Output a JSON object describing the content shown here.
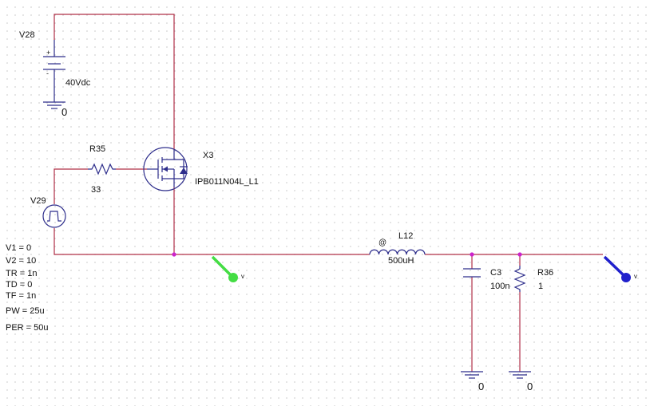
{
  "components": {
    "v28": {
      "ref": "V28",
      "value": "40Vdc",
      "gnd": "0",
      "plus": "+",
      "minus": "-"
    },
    "r35": {
      "ref": "R35",
      "value": "33"
    },
    "x3": {
      "ref": "X3",
      "part": "IPB011N04L_L1"
    },
    "v29": {
      "ref": "V29",
      "params": [
        "V1 = 0",
        "V2 = 10",
        "TR = 1n",
        "TD = 0",
        "TF = 1n",
        "PW = 25u",
        "PER = 50u"
      ]
    },
    "l12": {
      "ref": "L12",
      "value": "500uH",
      "dot": "@"
    },
    "c3": {
      "ref": "C3",
      "value": "100n",
      "gnd": "0"
    },
    "r36": {
      "ref": "R36",
      "value": "1",
      "gnd": "0"
    }
  },
  "probes": {
    "green": {
      "letter": "v",
      "color": "#44dd44"
    },
    "blue": {
      "letter": "v",
      "color": "#2020cc"
    }
  },
  "colors": {
    "wire": "#b03048",
    "component": "#2e2e8c",
    "junction": "#cc22cc",
    "grid": "#c4c4c4"
  }
}
